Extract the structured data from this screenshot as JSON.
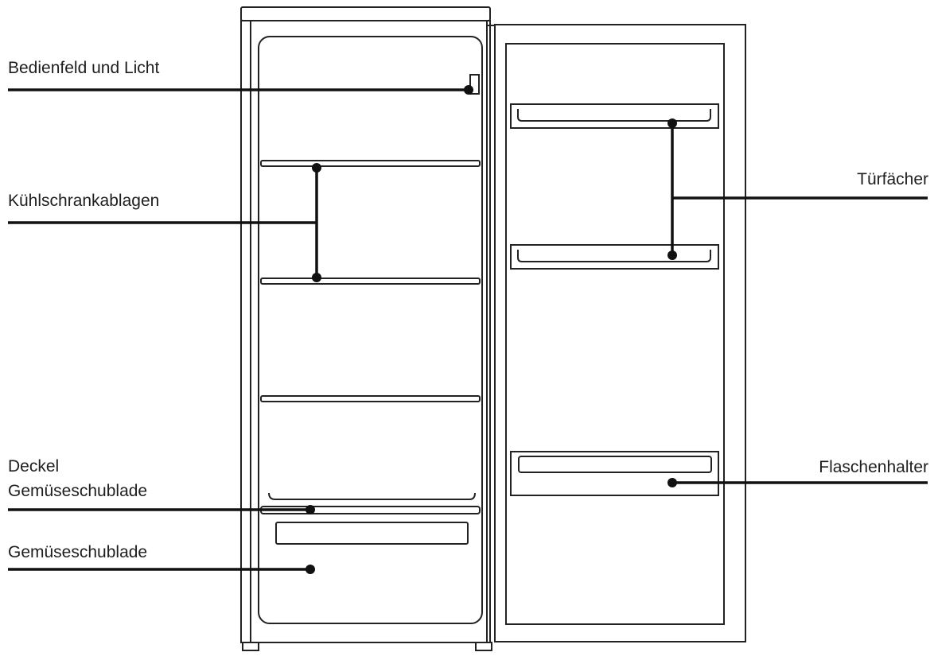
{
  "labels": {
    "control_panel_light": "Bedienfeld und Licht",
    "fridge_shelves": "Kühlschrankablagen",
    "crisper_lid_line1": "Deckel",
    "crisper_lid_line2": "Gemüseschublade",
    "crisper_drawer": "Gemüseschublade",
    "door_shelves": "Türfächer",
    "bottle_holder": "Flaschenhalter"
  },
  "colors": {
    "line": "#222222",
    "leader": "#111111",
    "background": "#ffffff"
  }
}
